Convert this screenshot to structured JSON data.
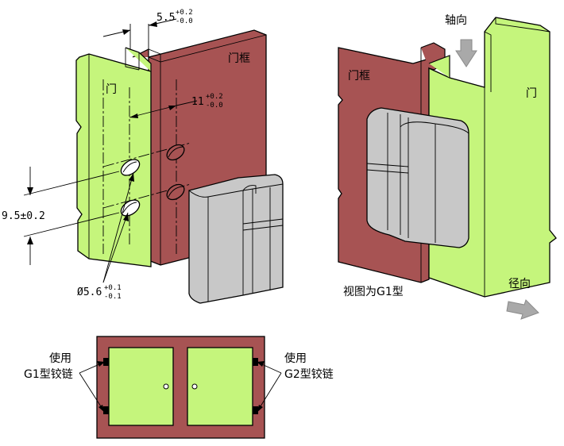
{
  "labels": {
    "door": "门",
    "frame": "门框",
    "door_right": "门",
    "frame_right": "门框",
    "axial": "轴向",
    "radial": "径向",
    "view_caption": "视图为G1型",
    "dim_gap": "5.5",
    "dim_gap_tol_upper": "+0.2",
    "dim_gap_tol_lower": "-0.0",
    "dim_offset": "11",
    "dim_offset_tol_upper": "+0.2",
    "dim_offset_tol_lower": "-0.0",
    "dim_spacing": "9.5±0.2",
    "dim_hole": "Ø5.6",
    "dim_hole_tol_upper": "+0.1",
    "dim_hole_tol_lower": "-0.1",
    "use_left_1": "使用",
    "use_left_2": "G1型铰链",
    "use_right_1": "使用",
    "use_right_2": "G2型铰链"
  },
  "colors": {
    "door": "#c5f57c",
    "frame": "#a75353",
    "hinge": "#c8c8c8",
    "arrow": "#a9a9a9"
  }
}
